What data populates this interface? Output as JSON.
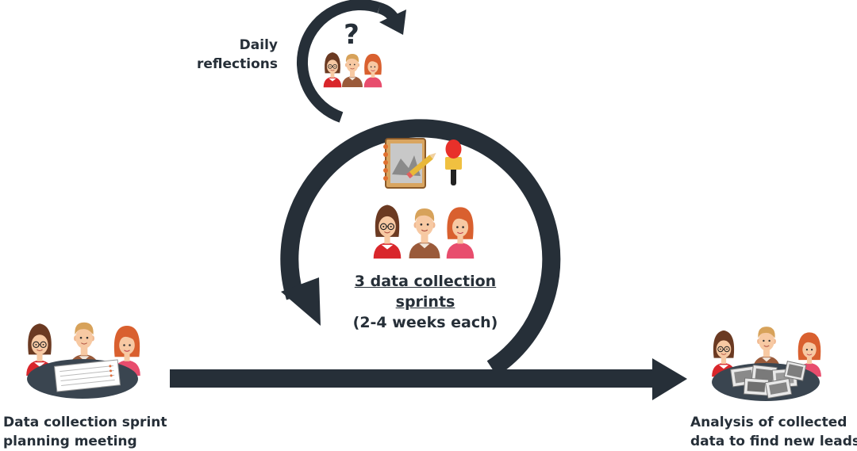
{
  "daily": {
    "label_line1": "Daily",
    "label_line2": "reflections",
    "question_mark": "?"
  },
  "sprint": {
    "title_line1": "3 data collection",
    "title_line2": "sprints",
    "duration": "(2-4 weeks each)"
  },
  "planning": {
    "label_line1": "Data collection sprint",
    "label_line2": "planning  meeting"
  },
  "analysis": {
    "label_line1": "Analysis of collected",
    "label_line2": "data to find new leads"
  },
  "icons": [
    "team-icon",
    "notebook-icon",
    "microphone-icon",
    "document-icon",
    "photos-icon",
    "question-icon"
  ],
  "colors": {
    "arrow": "#262f38",
    "table": "#3a4550",
    "hair_dark": "#6b3a22",
    "hair_blond": "#d7a25a",
    "hair_red": "#d9602f",
    "shirt_red": "#d9262b",
    "shirt_brown": "#9a5a3a",
    "shirt_pink": "#e84d6d",
    "skin": "#f7c9a3"
  }
}
